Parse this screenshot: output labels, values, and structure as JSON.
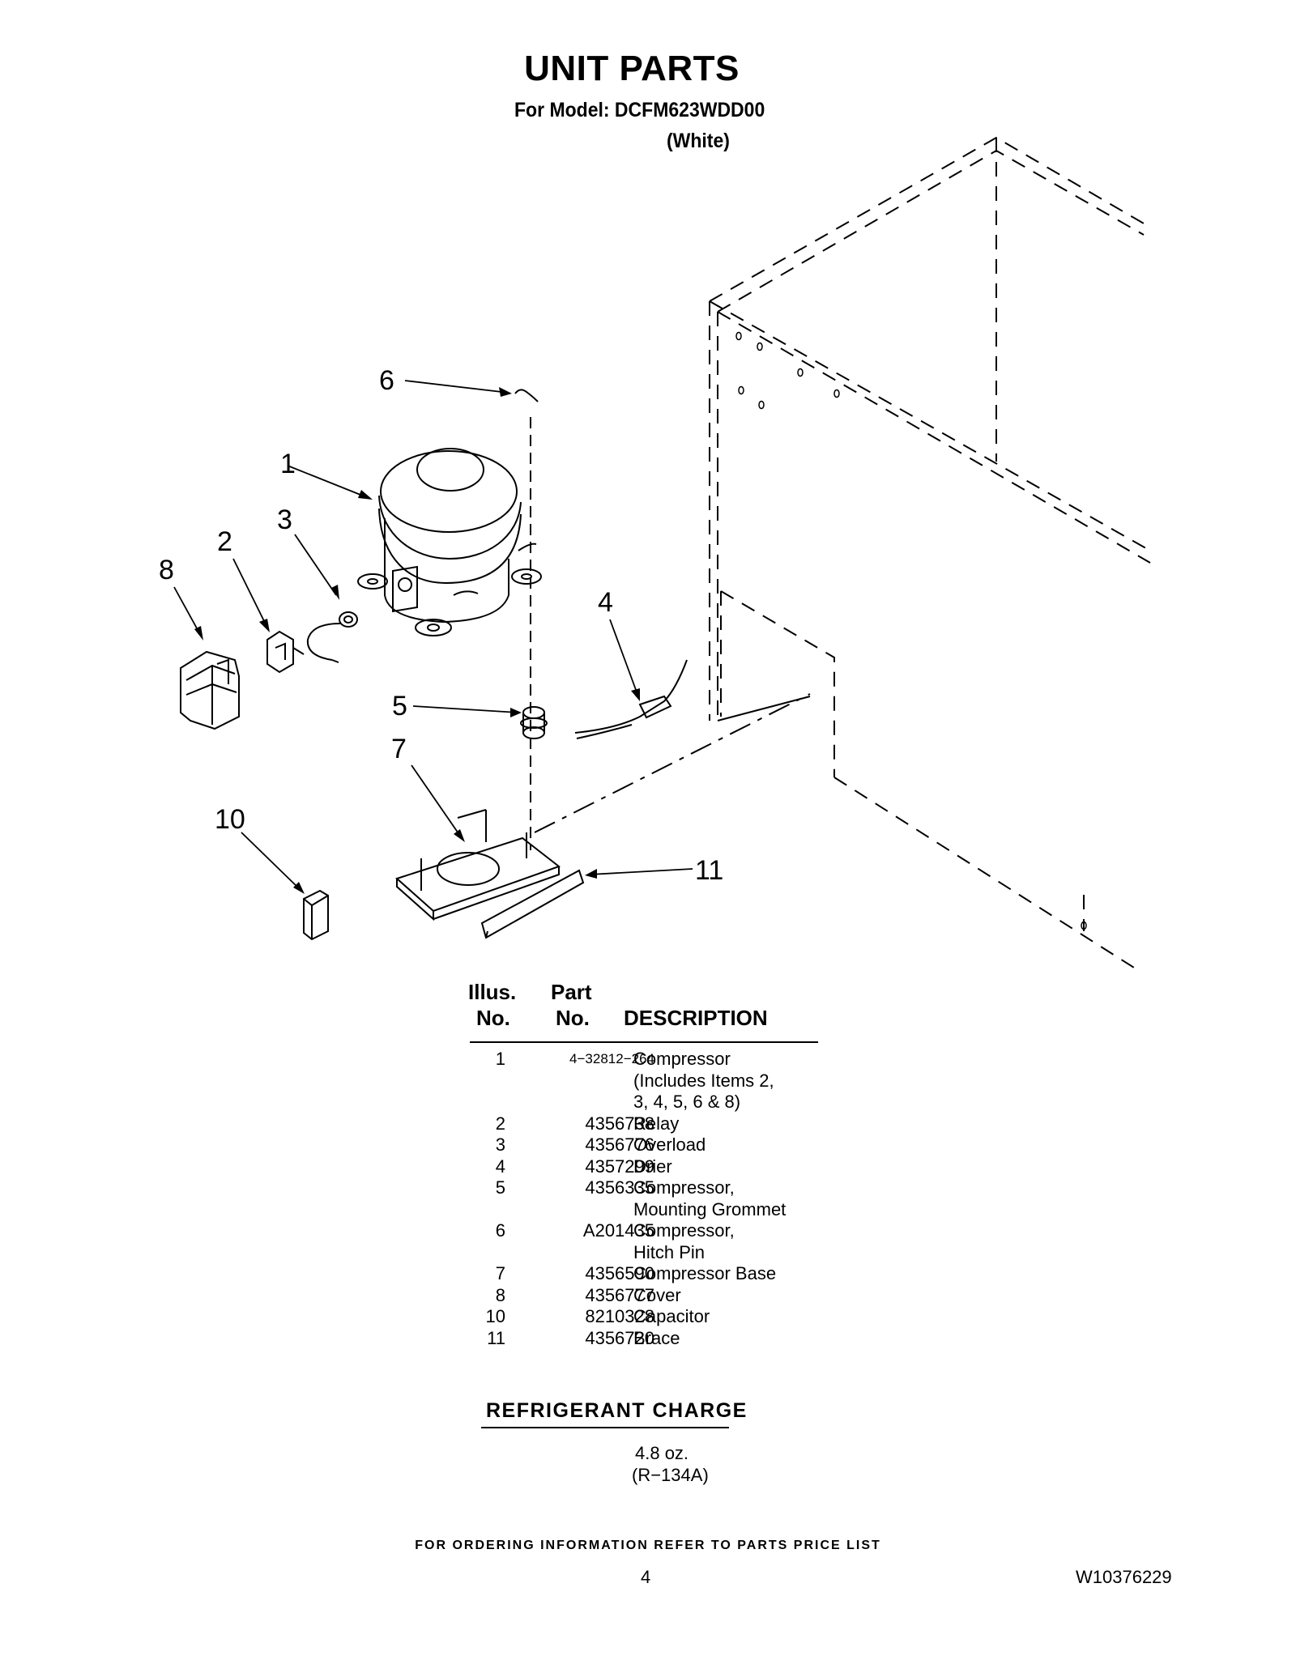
{
  "header": {
    "title": "UNIT PARTS",
    "model": "For Model: DCFM623WDD00",
    "variant": "(White)"
  },
  "callouts": [
    "1",
    "2",
    "3",
    "4",
    "5",
    "6",
    "7",
    "8",
    "10",
    "11"
  ],
  "table": {
    "header": {
      "illus_1": "Illus.",
      "illus_2": "No.",
      "part_1": "Part",
      "part_2": "No.",
      "description": "DESCRIPTION"
    },
    "rows": [
      {
        "no": "1",
        "part": "4−32812−264",
        "desc": "Compressor"
      },
      {
        "no": "",
        "part": "",
        "desc": "(Includes Items 2,"
      },
      {
        "no": "",
        "part": "",
        "desc": "3, 4, 5, 6 & 8)"
      },
      {
        "no": "2",
        "part": "4356738",
        "desc": "Relay"
      },
      {
        "no": "3",
        "part": "4356776",
        "desc": "Overload"
      },
      {
        "no": "4",
        "part": "4357299",
        "desc": "Drier"
      },
      {
        "no": "5",
        "part": "4356335",
        "desc": "Compressor,"
      },
      {
        "no": "",
        "part": "",
        "desc": "Mounting Grommet"
      },
      {
        "no": "6",
        "part": "A201435",
        "desc": "Compressor,"
      },
      {
        "no": "",
        "part": "",
        "desc": "Hitch Pin"
      },
      {
        "no": "7",
        "part": "4356590",
        "desc": "Compressor Base"
      },
      {
        "no": "8",
        "part": "4356777",
        "desc": "Cover"
      },
      {
        "no": "10",
        "part": "8210328",
        "desc": "Capacitor"
      },
      {
        "no": "11",
        "part": "4356720",
        "desc": "Brace"
      }
    ]
  },
  "refrigerant": {
    "heading": "REFRIGERANT CHARGE",
    "amount": "4.8 oz.",
    "type": "(R−134A)"
  },
  "footer": {
    "ordering_note": "FOR ORDERING INFORMATION REFER TO PARTS PRICE LIST",
    "page_number": "4",
    "document_number": "W10376229"
  }
}
